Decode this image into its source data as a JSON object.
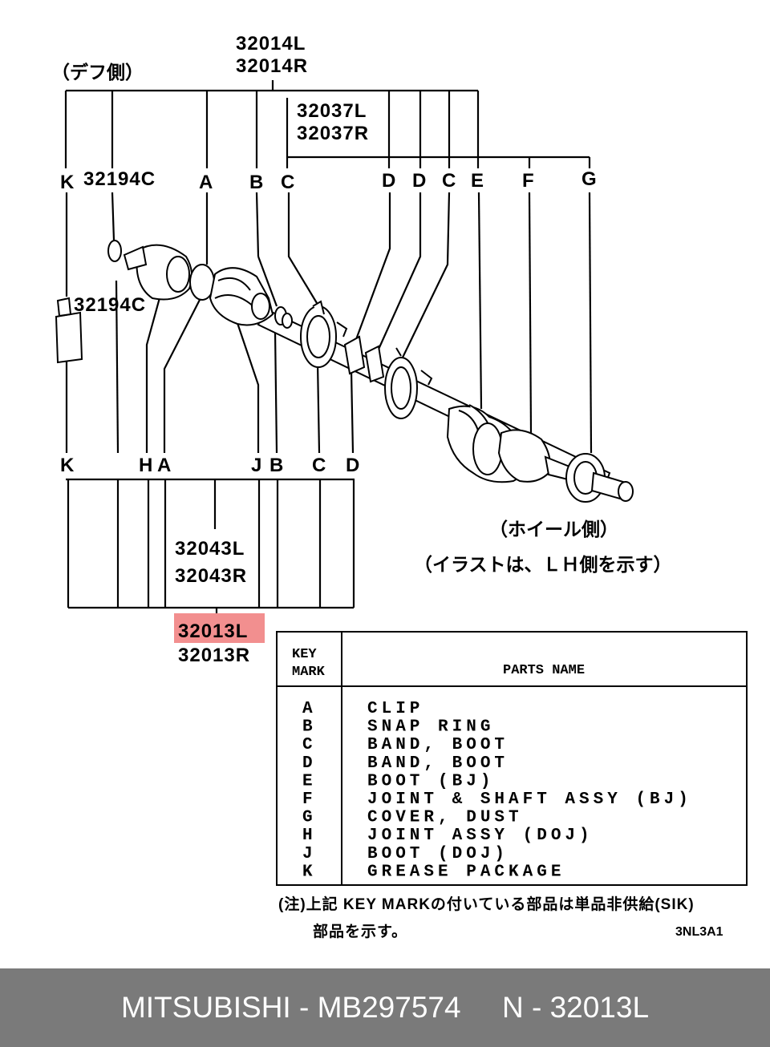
{
  "labels": {
    "diff_side": "（デフ側）",
    "wheel_side": "（ホイール側）",
    "illustration_note": "（イラストは、ＬＨ側を示す）",
    "pn_32014L": "32014L",
    "pn_32014R": "32014R",
    "pn_32037L": "32037L",
    "pn_32037R": "32037R",
    "pn_32194C_top": "32194C",
    "pn_32194C_side": "32194C",
    "pn_32043L": "32043L",
    "pn_32043R": "32043R",
    "pn_32013L": "32013L",
    "pn_32013R": "32013R"
  },
  "top_keys": [
    "K",
    "A",
    "B",
    "C",
    "D",
    "D",
    "C",
    "E",
    "F",
    "G"
  ],
  "bottom_keys": [
    "K",
    "H",
    "A",
    "J",
    "B",
    "C",
    "D"
  ],
  "highlight_color": "#f28f8f",
  "table": {
    "header_key_line1": "KEY",
    "header_key_line2": "MARK",
    "header_name": "PARTS NAME",
    "rows": [
      {
        "key": "A",
        "name": "CLIP"
      },
      {
        "key": "B",
        "name": "SNAP RING"
      },
      {
        "key": "C",
        "name": "BAND, BOOT"
      },
      {
        "key": "D",
        "name": "BAND, BOOT"
      },
      {
        "key": "E",
        "name": "BOOT (BJ)"
      },
      {
        "key": "F",
        "name": "JOINT & SHAFT ASSY (BJ)"
      },
      {
        "key": "G",
        "name": "COVER, DUST"
      },
      {
        "key": "H",
        "name": "JOINT ASSY (DOJ)"
      },
      {
        "key": "J",
        "name": "BOOT (DOJ)"
      },
      {
        "key": "K",
        "name": "GREASE PACKAGE"
      }
    ]
  },
  "note_line1": "(注)上記 KEY MARKの付いている部品は単品非供給(SIK)",
  "note_line2": "部品を示す。",
  "diagram_code": "3NL3A1",
  "footer": {
    "brand": "MITSUBISHI",
    "separator1": " - ",
    "part_number": "MB297574",
    "gap": "     ",
    "ref": "N - 32013L"
  }
}
